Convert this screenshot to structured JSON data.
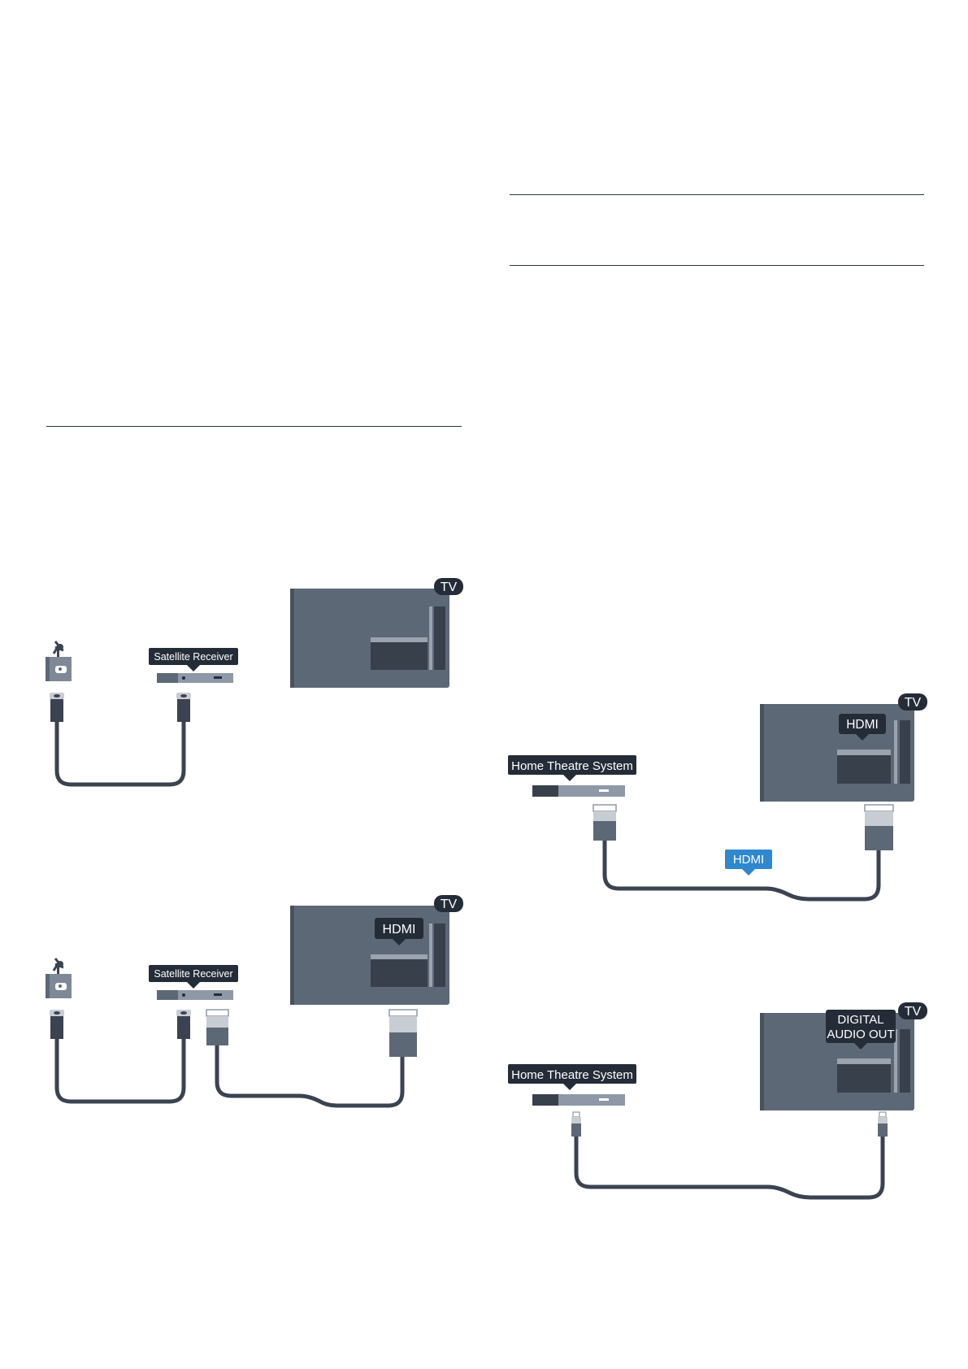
{
  "diagrams": {
    "sat1": {
      "device_label": "Satellite Receiver",
      "tv_badge": "TV"
    },
    "sat2": {
      "device_label": "Satellite Receiver",
      "tv_badge": "TV",
      "tv_port_label": "HDMI"
    },
    "hts1": {
      "device_label": "Home Theatre System",
      "tv_badge": "TV",
      "tv_port_label": "HDMI",
      "cable_label": "HDMI"
    },
    "hts2": {
      "device_label": "Home Theatre System",
      "tv_badge": "TV",
      "tv_port_label_line1": "DIGITAL",
      "tv_port_label_line2": "AUDIO OUT"
    }
  },
  "colors": {
    "tv_body": "#5d6877",
    "dark_block": "#38404c",
    "cable": "#3b4350",
    "label_bg": "#242c38",
    "hdmi_blue": "#2e87cf",
    "device_light": "#8e98a6"
  }
}
